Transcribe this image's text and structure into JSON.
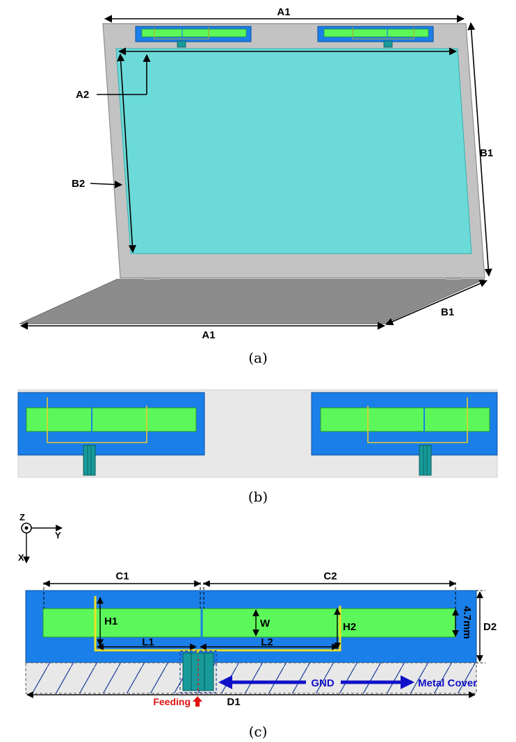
{
  "figure_a": {
    "top_width_label": "A1",
    "bottom_width_label": "A1",
    "screen_height_label": "B1",
    "base_depth_label": "B1",
    "inner_offset_label": "A2",
    "inner_height_label": "B2",
    "caption": "(a)"
  },
  "figure_b": {
    "caption": "(b)"
  },
  "figure_c": {
    "axis_z": "Z",
    "axis_y": "Y",
    "axis_x": "X",
    "c1": "C1",
    "c2": "C2",
    "h1": "H1",
    "h2": "H2",
    "w": "W",
    "l1": "L1",
    "l2": "L2",
    "d1": "D1",
    "d2": "D2",
    "thickness": "4.7mm",
    "gnd": "GND",
    "metal_cover": "Metal Cover",
    "feeding": "Feeding",
    "caption": "(c)"
  },
  "colors": {
    "substrate_blue": "#1a7fe8",
    "patch_green": "#5cf75a",
    "screen_cyan": "#6cdad8",
    "bezel_gray": "#c3c3c3",
    "base_gray": "#8c8c8c",
    "feed_line_yellow": "#f0e020",
    "feed_red": "#e01010",
    "gnd_blue": "#1010c8"
  }
}
